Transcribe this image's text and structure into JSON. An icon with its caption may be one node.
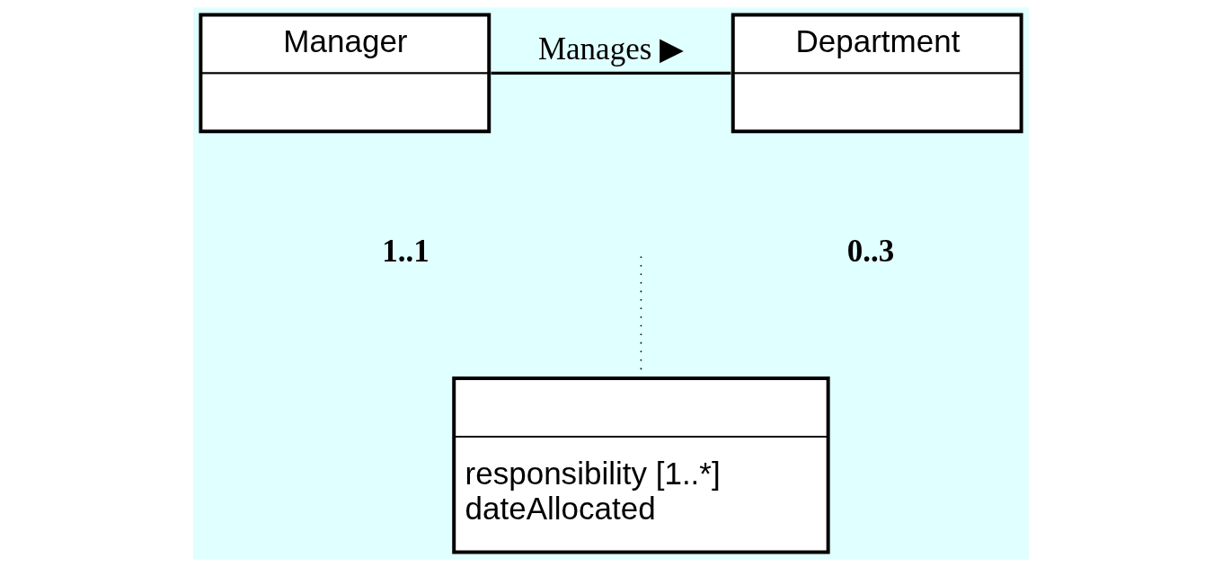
{
  "diagram": {
    "nodes": [
      {
        "text": [
          "Manager"
        ]
      },
      {
        "text": [
          "Department"
        ]
      },
      {
        "text": [
          "responsibility [1..*]",
          "dateAllocated"
        ]
      }
    ],
    "edges": [
      {
        "from": 0,
        "to": 1,
        "arrow": "none",
        "label": "Manages ▶"
      },
      {
        "from": null,
        "to": 2,
        "arrow": "none",
        "style": "dashed"
      }
    ],
    "labels": [
      "1..1",
      "0..3"
    ]
  }
}
